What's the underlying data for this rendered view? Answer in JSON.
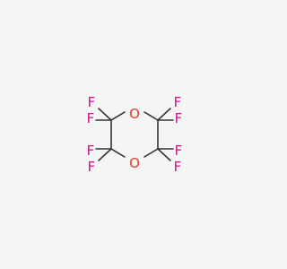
{
  "molecule": {
    "atoms": {
      "o_top": "O",
      "o_bottom": "O",
      "f_left_upper_outer": "F",
      "f_left_upper_inner": "F",
      "f_left_lower_outer": "F",
      "f_left_lower_inner": "F",
      "f_right_upper_inner": "F",
      "f_right_upper_outer": "F",
      "f_right_lower_inner": "F",
      "f_right_lower_outer": "F"
    },
    "colors": {
      "bond": "#333333",
      "oxygen": "#e33e2a",
      "fluorine": "#c71585",
      "background": "#f5f5f5"
    }
  }
}
